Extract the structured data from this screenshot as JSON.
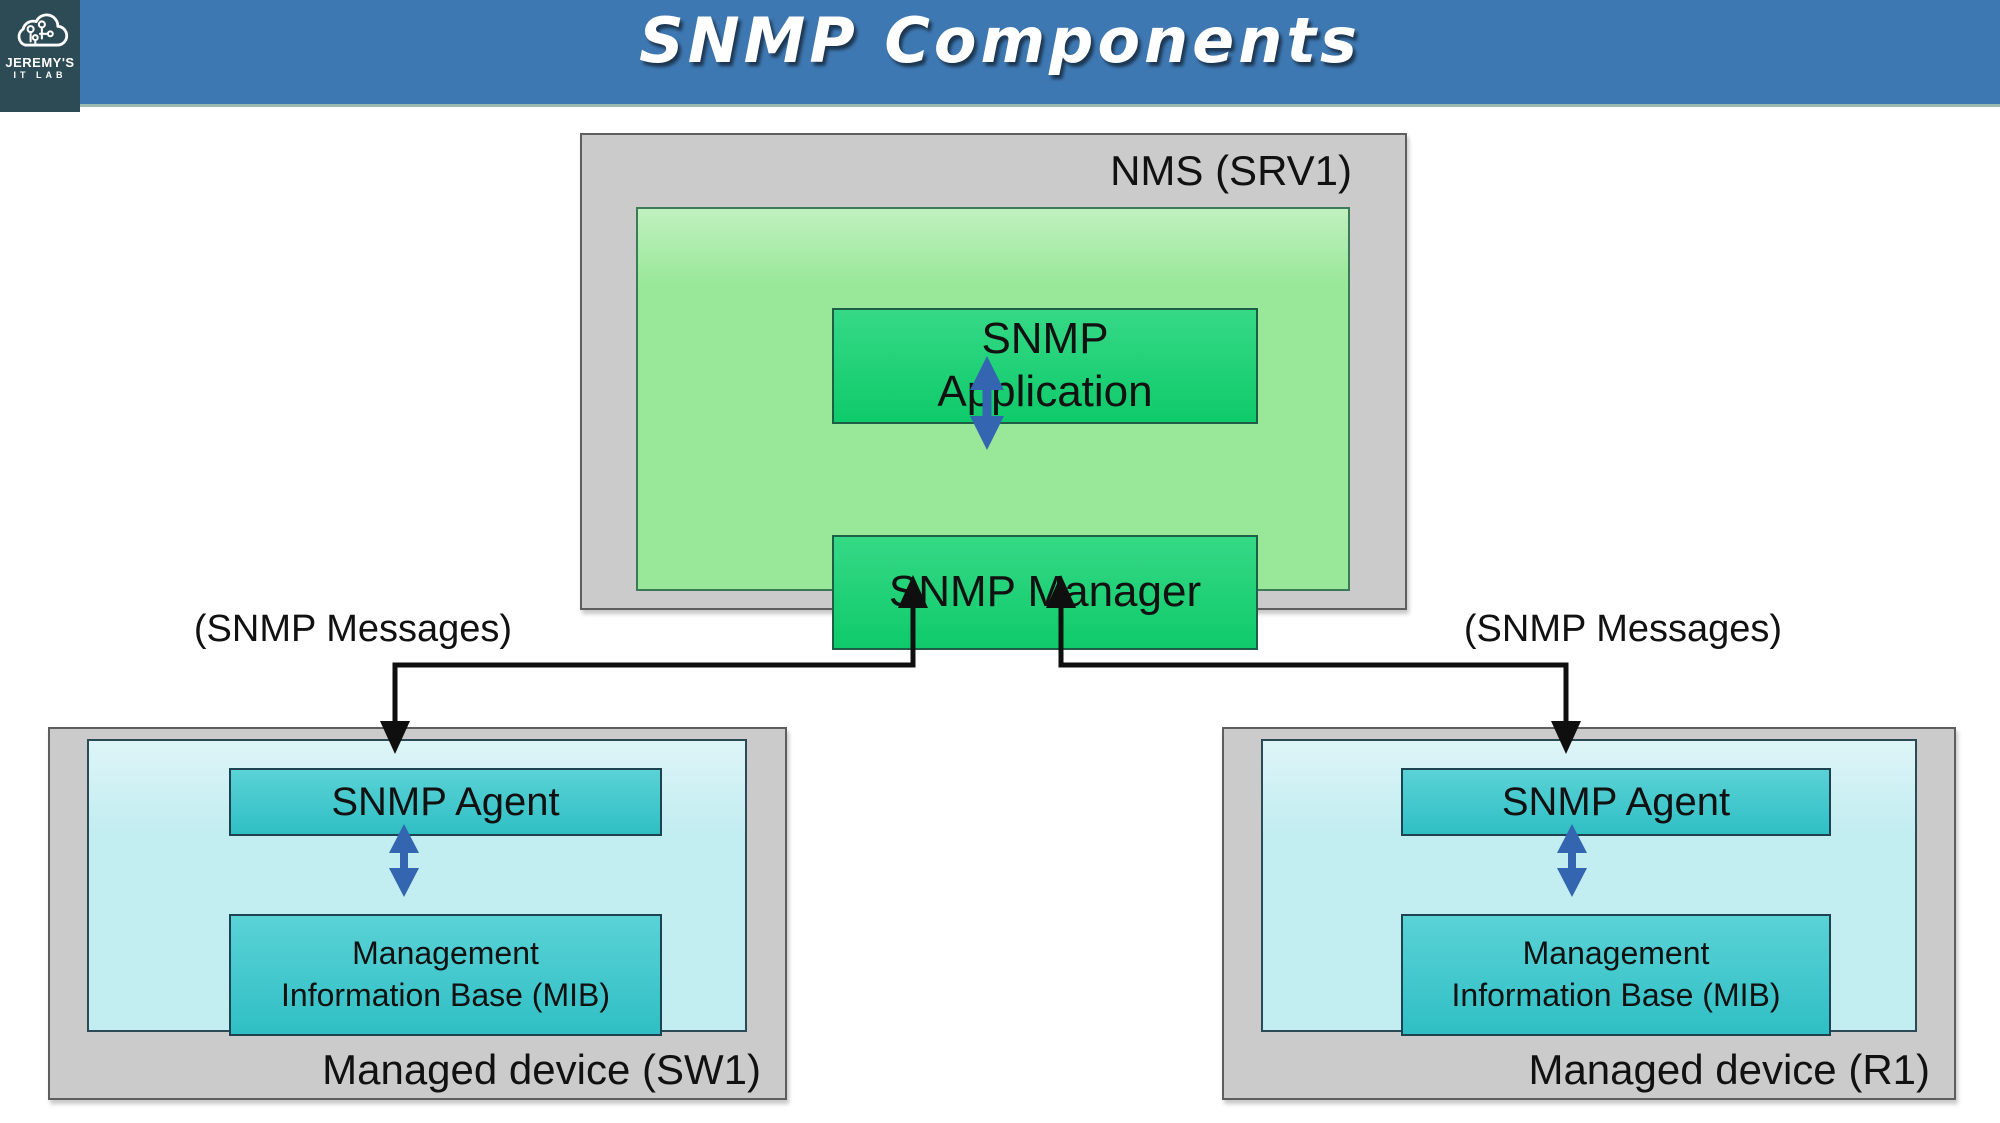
{
  "title": "SNMP Components",
  "logo": {
    "line1": "JEREMY'S",
    "line2": "IT LAB"
  },
  "nms": {
    "label": "NMS (SRV1)",
    "application_line1": "SNMP",
    "application_line2": "Application",
    "manager": "SNMP Manager"
  },
  "messages": {
    "left": "(SNMP Messages)",
    "right": "(SNMP Messages)"
  },
  "devices": {
    "left": {
      "label": "Managed device (SW1)",
      "agent": "SNMP Agent",
      "mib_line1": "Management",
      "mib_line2": "Information Base (MIB)"
    },
    "right": {
      "label": "Managed device (R1)",
      "agent": "SNMP Agent",
      "mib_line1": "Management",
      "mib_line2": "Information Base (MIB)"
    }
  },
  "colors": {
    "header-blue": "#3e78b2",
    "logo-bg": "#2d4b55",
    "box-gray": "#cbcbcb",
    "green-light": "#99e899",
    "green-emerald": "#0fd16e",
    "cyan-light": "#c2edf1",
    "teal-box": "#31c7cc",
    "arrow-blue": "#3465b0",
    "connector-black": "#0f0f0f"
  }
}
